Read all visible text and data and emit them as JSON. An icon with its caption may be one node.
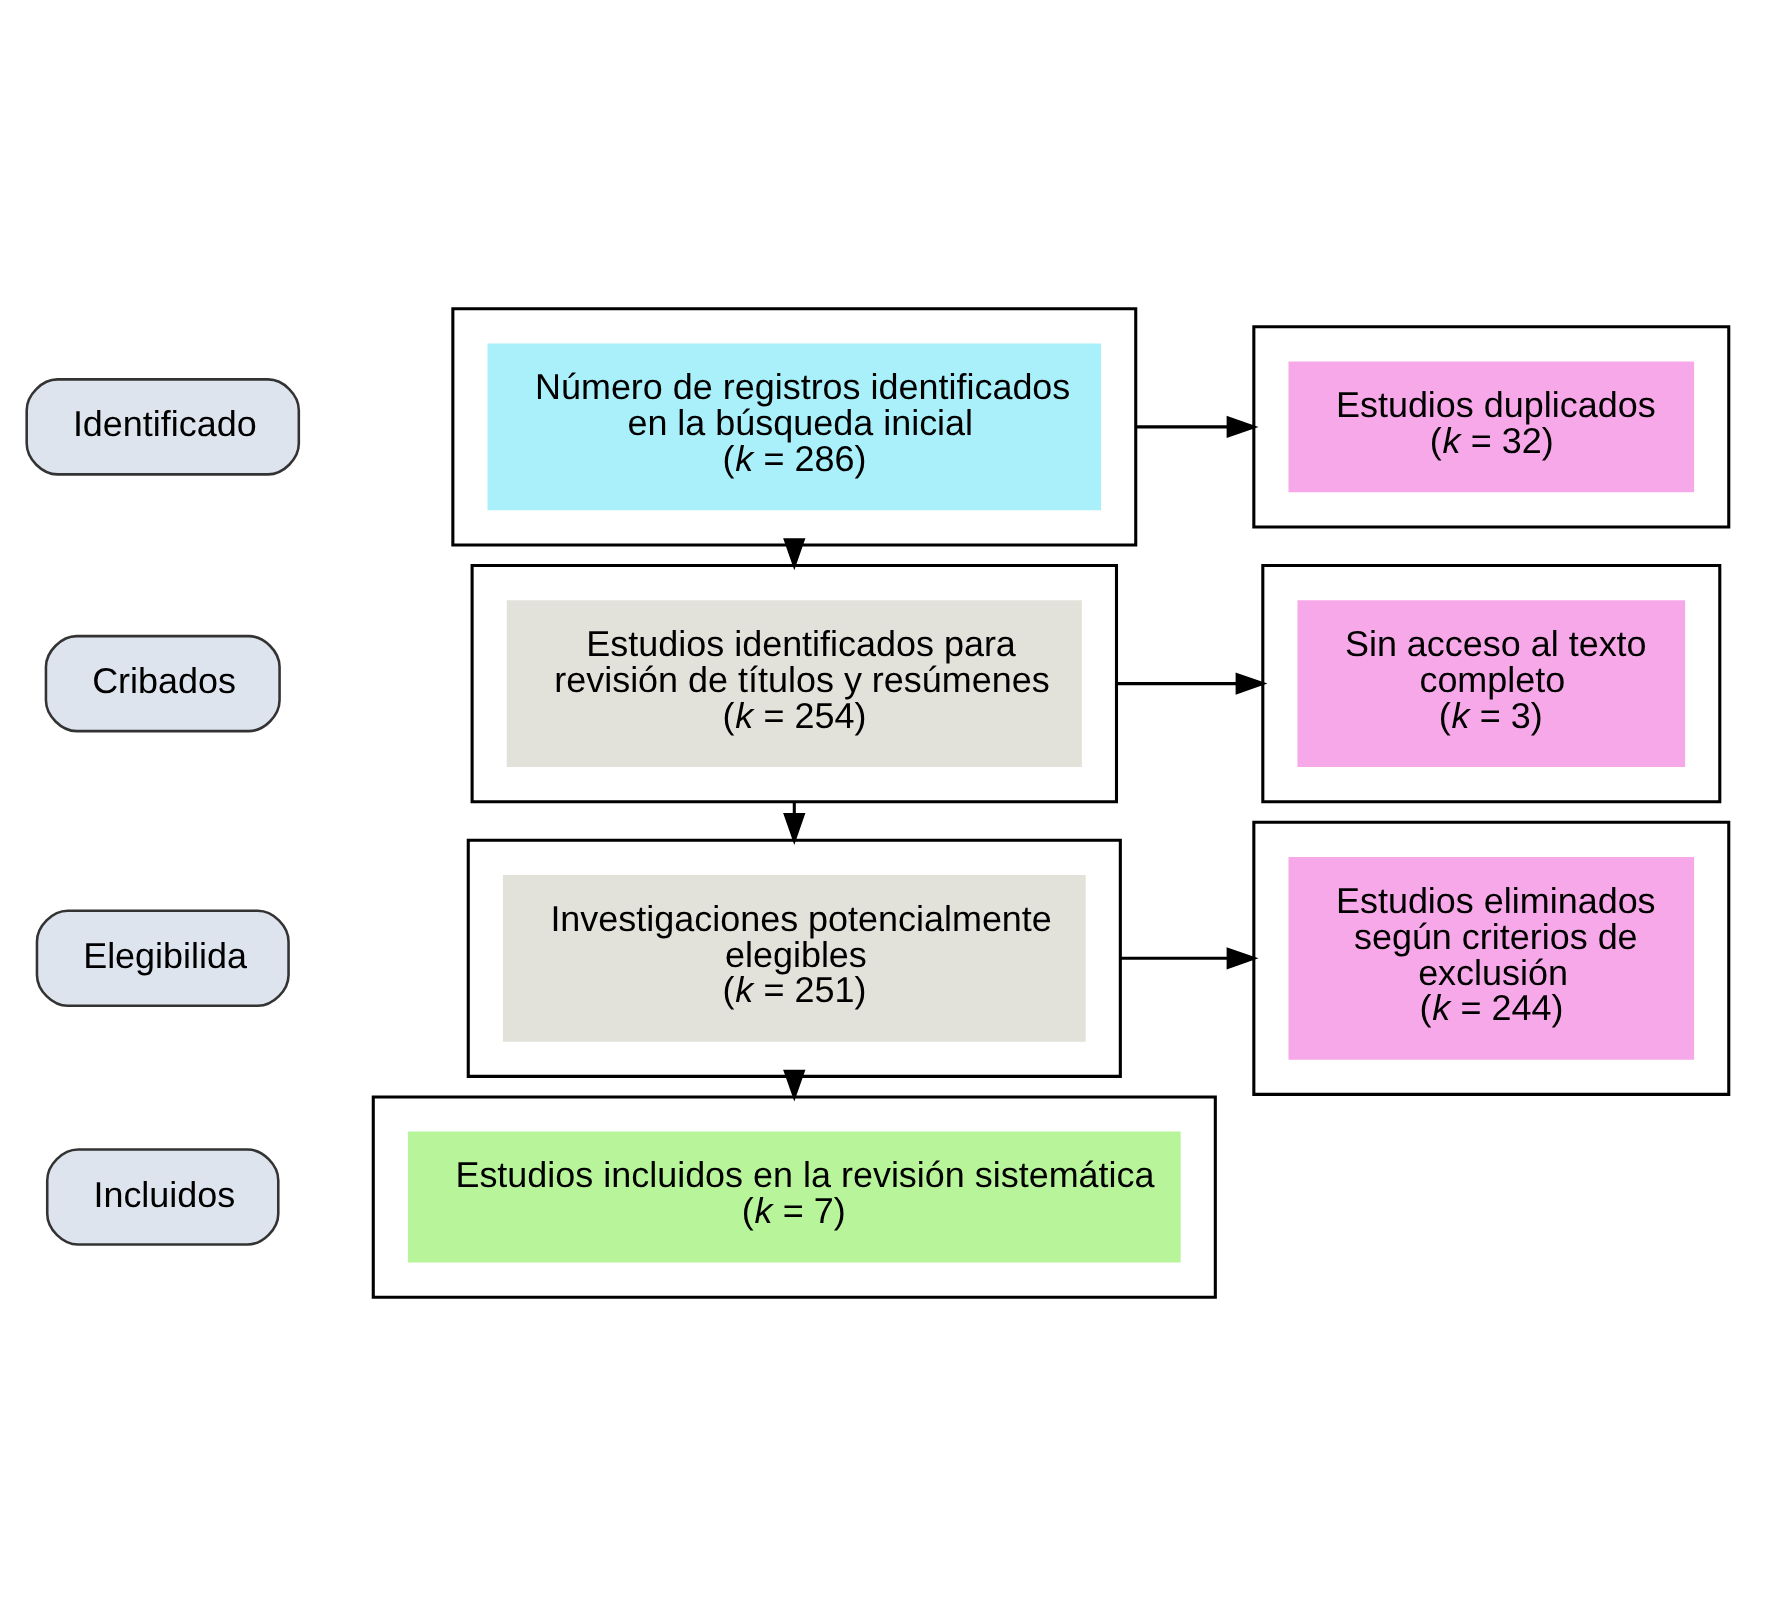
{
  "diagram": {
    "nodes": [
      {
        "text": [
          "Identificado"
        ]
      },
      {
        "text": [],
        "shape": "box"
      },
      {
        "text": [
          "Número de registros identificados en la búsqueda inicial",
          "(*k* = 286)"
        ],
        "in": 1
      },
      {
        "text": [],
        "shape": "box"
      },
      {
        "text": [
          "Estudios duplicados",
          "(*k* = 32)"
        ],
        "in": 3
      },
      {
        "text": [
          "Cribados"
        ]
      },
      {
        "text": [],
        "shape": "box"
      },
      {
        "text": [
          "Estudios identificados para revisión de títulos y resúmenes",
          "(*k* = 254)"
        ],
        "in": 6
      },
      {
        "text": [],
        "shape": "box"
      },
      {
        "text": [
          "Sin acceso al texto completo",
          "(*k* = 3)"
        ],
        "in": 8
      },
      {
        "text": [
          "Elegibilida"
        ]
      },
      {
        "text": [],
        "shape": "box"
      },
      {
        "text": [
          "Investigaciones potencialmente elegibles",
          "(*k* = 251)"
        ],
        "in": 11
      },
      {
        "text": [],
        "shape": "box"
      },
      {
        "text": [
          "Estudios eliminados según criterios de exclusión",
          "(*k* = 244)"
        ],
        "in": 13
      },
      {
        "text": [
          "Incluidos"
        ]
      },
      {
        "text": [],
        "shape": "box"
      },
      {
        "text": [
          "Estudios incluidos en la revisión sistemática",
          "(*k* = 7)"
        ],
        "in": 16
      }
    ],
    "edges": [
      {
        "from": 1,
        "to": 3,
        "arrow": "to"
      },
      {
        "from": 1,
        "to": 6,
        "arrow": "to"
      },
      {
        "from": 6,
        "to": 8,
        "arrow": "to"
      },
      {
        "from": 6,
        "to": 11,
        "arrow": "to"
      },
      {
        "from": 11,
        "to": 13,
        "arrow": "to"
      },
      {
        "from": 11,
        "to": 16,
        "arrow": "to"
      }
    ]
  }
}
